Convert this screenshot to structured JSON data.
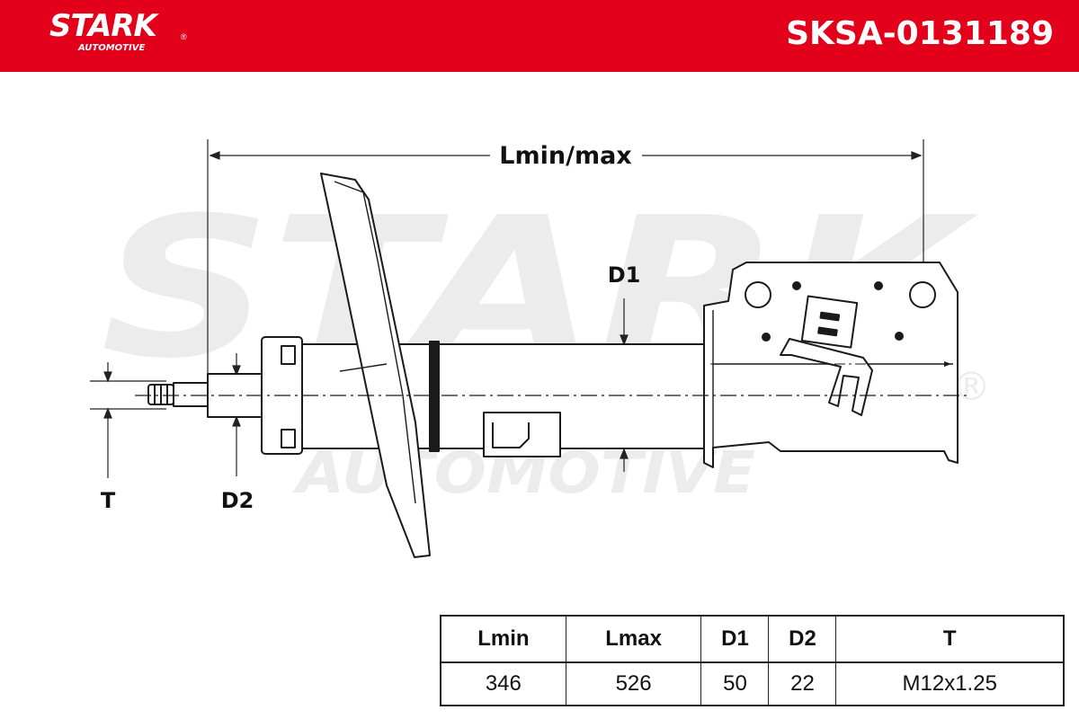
{
  "header": {
    "brand": "STARK",
    "brand_sub": "AUTOMOTIVE",
    "reg_mark": "®",
    "part_number": "SKSA-0131189",
    "color": "#e2001a"
  },
  "watermark": {
    "main": "STARK",
    "sub": "AUTOMOTIVE",
    "reg_mark": "®"
  },
  "diagram": {
    "labels": {
      "length": "Lmin/max",
      "d1": "D1",
      "d2": "D2",
      "t": "T"
    }
  },
  "spec_table": {
    "headers": [
      "Lmin",
      "Lmax",
      "D1",
      "D2",
      "T"
    ],
    "values": [
      "346",
      "526",
      "50",
      "22",
      "M12x1.25"
    ]
  }
}
